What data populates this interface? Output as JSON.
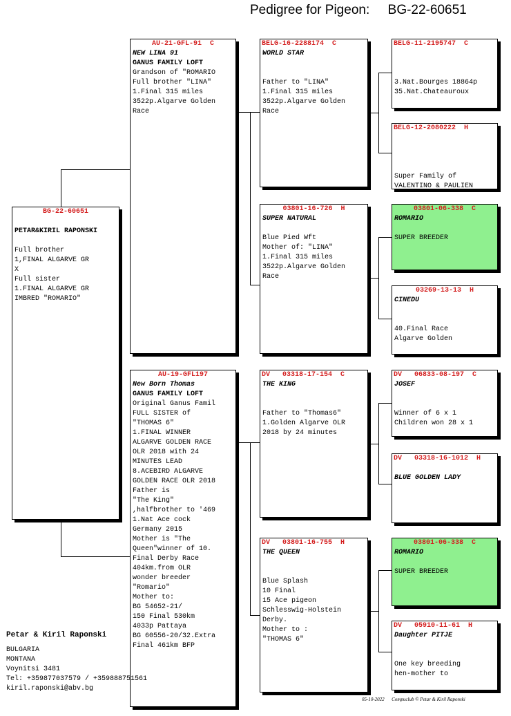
{
  "header": {
    "title": "Pedigree for Pigeon:",
    "ring": "BG-22-60651"
  },
  "subject": {
    "ring": "BG-22-60651",
    "owner": "PETAR&KIRIL RAPONSKI",
    "lines": [
      "Full brother",
      "1,FINAL ALGARVE GR",
      "X",
      "Full sister",
      "1.FINAL ALGARVE GR",
      "IMBRED \"ROMARIO\""
    ]
  },
  "father": {
    "ring": "AU-21-GFL-91  C",
    "name": "NEW LINA 91",
    "owner": "GANUS FAMILY LOFT",
    "lines": [
      "Grandson of \"ROMARIO",
      "Full brother \"LINA\"",
      "1.Final 315 miles",
      "3522p.Algarve Golden",
      "Race"
    ]
  },
  "mother": {
    "ring": "AU-19-GFL197",
    "name": "New Born Thomas",
    "owner": "GANUS FAMILY LOFT",
    "lines": [
      "Original Ganus Famil",
      "FULL SISTER of",
      "\"THOMAS 6\"",
      "1.FINAL WINNER",
      "ALGARVE GOLDEN RACE",
      "OLR 2018 with 24",
      "MINUTES LEAD",
      "8.ACEBIRD ALGARVE",
      "GOLDEN RACE OLR 2018",
      "Father is",
      "\"The King\"",
      ",halfbrother to '469",
      "1.Nat Ace cock",
      "Germany 2015",
      "Mother is \"The",
      "Queen\"winner of 10.",
      "Final Derby Race",
      "404km.from OLR",
      "wonder breeder",
      "\"Romario\"",
      "Mother to:",
      "BG 54652-21/",
      "150 Final 530km",
      "4033p Pattaya",
      "BG 60556-20/32.Extra",
      "Final 461km BFP"
    ]
  },
  "ff": {
    "ring": "BELG-16-2288174  C",
    "name": "WORLD STAR",
    "lines": [
      "Father to \"LINA\"",
      "1.Final 315 miles",
      "3522p.Algarve Golden",
      "Race"
    ]
  },
  "fm": {
    "ring": "03801-16-726  H",
    "name": "SUPER NATURAL",
    "lines": [
      "Blue Pied Wft",
      "Mother of: \"LINA\"",
      "1.Final 315 miles",
      "3522p.Algarve Golden",
      "Race"
    ]
  },
  "mf": {
    "ring": "DV   03318-17-154  C",
    "name": "THE KING",
    "lines": [
      "Father to \"Thomas6\"",
      "1.Golden Algarve OLR",
      "2018 by 24 minutes"
    ]
  },
  "mm": {
    "ring": "DV   03801-16-755  H",
    "name": "THE QUEEN",
    "lines": [
      "Blue Splash",
      "10 Final",
      "15 Ace pigeon",
      "Schlesswig-Holstein",
      "Derby.",
      "Mother to :",
      "\"THOMAS 6\""
    ]
  },
  "fff": {
    "ring": "BELG-11-2195747  C",
    "name": "",
    "lines": [
      "3.Nat.Bourges 18864p",
      "35.Nat.Chateauroux"
    ]
  },
  "ffm": {
    "ring": "BELG-12-2080222  H",
    "name": "",
    "lines": [
      "Super Family of",
      "VALENTINO & PAULIEN"
    ]
  },
  "fmf": {
    "ring": "03801-06-338  C",
    "name": "ROMARIO",
    "lines": [
      "SUPER BREEDER"
    ]
  },
  "fmm": {
    "ring": "03269-13-13  H",
    "name": "CINEDU",
    "lines": [
      "40.Final Race",
      "Algarve Golden"
    ]
  },
  "mff": {
    "ring": "DV   06833-08-197  C",
    "name": "JOSEF",
    "lines": [
      "Winner of 6 x 1",
      "Children won 28 x 1"
    ]
  },
  "mfm": {
    "ring": "DV   03318-16-1012  H",
    "name": "BLUE GOLDEN LADY",
    "lines": []
  },
  "mmf": {
    "ring": "03801-06-338  C",
    "name": "ROMARIO",
    "lines": [
      "SUPER BREEDER"
    ]
  },
  "mmm": {
    "ring": "DV   05910-11-61  H",
    "name": "Daughter PITJE",
    "lines": [
      "One key breeding",
      "hen-mother to"
    ]
  },
  "footer": {
    "owner": "Petar & Kiril Raponski",
    "country": "BULGARIA",
    "region": "MONTANA",
    "town": "Voynitsi 3481",
    "tel": "Tel: +359877037579 / +359888751561",
    "email": "kiril.raponski@abv.bg"
  },
  "credit": "05-10-2022      Compuclub © Petar & Kiril Raponski",
  "colors": {
    "ring_text": "#d42020",
    "highlight_bg": "#8ff08f"
  }
}
